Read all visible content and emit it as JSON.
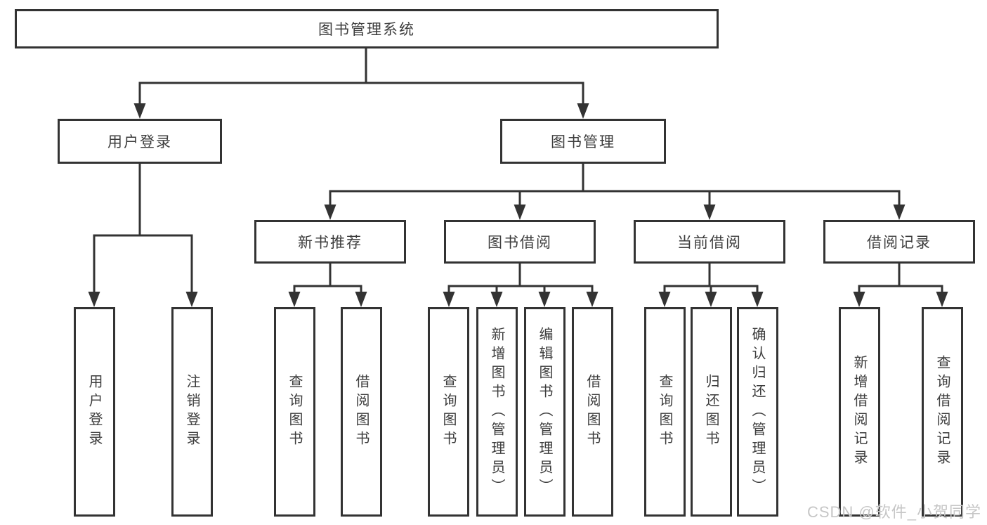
{
  "tree": {
    "root": {
      "label": "图书管理系统"
    },
    "children": [
      {
        "label": "用户登录",
        "children": [
          {
            "label": "用户登录"
          },
          {
            "label": "注销登录"
          }
        ]
      },
      {
        "label": "图书管理",
        "children": [
          {
            "label": "新书推荐",
            "children": [
              {
                "label": "查询图书"
              },
              {
                "label": "借阅图书"
              }
            ]
          },
          {
            "label": "图书借阅",
            "children": [
              {
                "label": "查询图书"
              },
              {
                "label": "新增图书（管理员）"
              },
              {
                "label": "编辑图书（管理员）"
              },
              {
                "label": "借阅图书"
              }
            ]
          },
          {
            "label": "当前借阅",
            "children": [
              {
                "label": "查询图书"
              },
              {
                "label": "归还图书"
              },
              {
                "label": "确认归还（管理员）"
              }
            ]
          },
          {
            "label": "借阅记录",
            "children": [
              {
                "label": "新增借阅记录"
              },
              {
                "label": "查询借阅记录"
              }
            ]
          }
        ]
      }
    ]
  },
  "watermark": {
    "text": "CSDN @软件_小贺同学"
  },
  "colors": {
    "line": "#333333",
    "text": "#3d3d3d",
    "watermark": "#c6c6c6",
    "background": "#ffffff"
  }
}
